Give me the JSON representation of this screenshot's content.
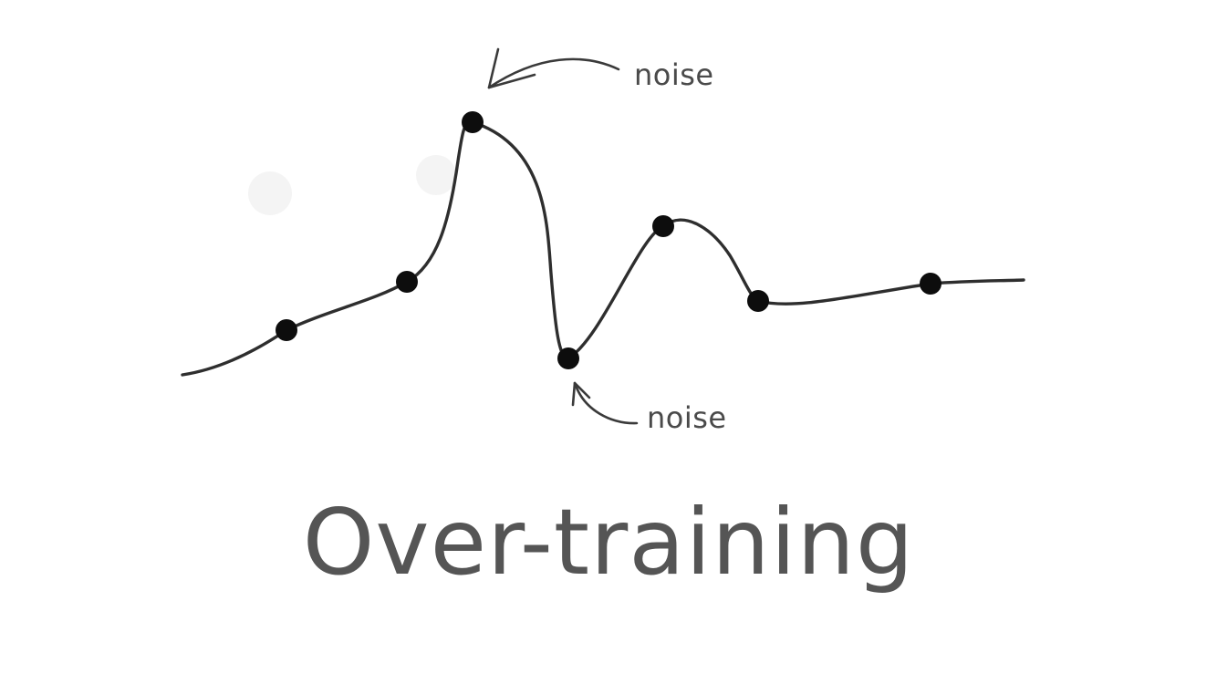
{
  "title": "Over-training",
  "annotations": {
    "peak_label": "noise",
    "trough_label": "noise"
  },
  "colors": {
    "curve": "#2e2e2e",
    "points": "#0d0d0d",
    "text": "#555555"
  },
  "icons": {
    "peak_arrow": "curved-arrow-icon",
    "trough_arrow": "curved-arrow-icon"
  }
}
